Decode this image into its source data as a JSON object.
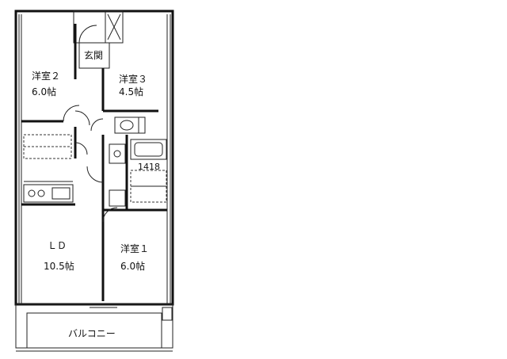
{
  "rooms": {
    "genkan": "玄関",
    "western_room_2": {
      "name": "洋室２",
      "size": "6.0帖"
    },
    "western_room_3": {
      "name": "洋室３",
      "size": "4.5帖"
    },
    "western_room_1": {
      "name": "洋室１",
      "size": "6.0帖"
    },
    "living_dining": {
      "name": "ＬＤ",
      "size": "10.5帖"
    },
    "balcony": "バルコニー"
  },
  "bath_label": "1418"
}
